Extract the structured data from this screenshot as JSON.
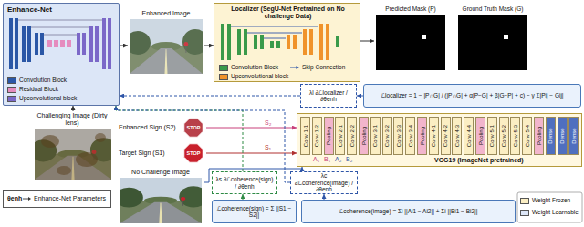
{
  "diagram": {
    "nodes": [
      {
        "text": [
          "Enhance-Net"
        ]
      },
      {
        "text": [
          "Challenging Image (Dirty lens)"
        ]
      },
      {
        "text": [
          "Enhanced Image"
        ]
      },
      {
        "text": [
          "Localizer (SegU-Net Pretrained on No challenge Data)"
        ]
      },
      {
        "text": [
          "Predicted Mask (P)"
        ]
      },
      {
        "text": [
          "Ground Truth Mask (G)"
        ]
      },
      {
        "text": [
          "Enhanced Sign (S2)"
        ]
      },
      {
        "text": [
          "Target Sign (S1)"
        ]
      },
      {
        "text": [
          "No Challenge Image"
        ]
      },
      {
        "text": [
          "VGG19 (ImageNet pretrained)"
        ]
      },
      {
        "text": [
          "Conv 1-1"
        ],
        "in": 9
      },
      {
        "text": [
          "Conv 1-2"
        ],
        "in": 9
      },
      {
        "text": [
          "Pooling"
        ],
        "in": 9
      },
      {
        "text": [
          "Conv 2-1"
        ],
        "in": 9
      },
      {
        "text": [
          "Conv 2-2"
        ],
        "in": 9
      },
      {
        "text": [
          "Pooling"
        ],
        "in": 9
      },
      {
        "text": [
          "Conv 3-1"
        ],
        "in": 9
      },
      {
        "text": [
          "Conv 3-2"
        ],
        "in": 9
      },
      {
        "text": [
          "Conv 3-3"
        ],
        "in": 9
      },
      {
        "text": [
          "Conv 3-4"
        ],
        "in": 9
      },
      {
        "text": [
          "Pooling"
        ],
        "in": 9
      },
      {
        "text": [
          "Conv 4-1"
        ],
        "in": 9
      },
      {
        "text": [
          "Conv 4-2"
        ],
        "in": 9
      },
      {
        "text": [
          "Conv 4-3"
        ],
        "in": 9
      },
      {
        "text": [
          "Conv 4-4"
        ],
        "in": 9
      },
      {
        "text": [
          "Pooling"
        ],
        "in": 9
      },
      {
        "text": [
          "Conv 5-1"
        ],
        "in": 9
      },
      {
        "text": [
          "Conv 5-2"
        ],
        "in": 9
      },
      {
        "text": [
          "Conv 5-3"
        ],
        "in": 9
      },
      {
        "text": [
          "Conv 5-4"
        ],
        "in": 9
      },
      {
        "text": [
          "Pooling"
        ],
        "in": 9
      },
      {
        "text": [
          "Dense"
        ],
        "in": 9
      },
      {
        "text": [
          "Dense"
        ],
        "in": 9
      },
      {
        "text": [
          "Dense"
        ],
        "in": 9
      },
      {
        "text": [
          "λl ∂ℒlocalizer / ∂θenh"
        ]
      },
      {
        "text": [
          "ℒlocalizer = 1 − |P∩G| / (|P∩G| + α|P−G| + β|G−P| + c) − γ Σ|Pij − Gij|"
        ]
      },
      {
        "text": [
          "λs ∂ℒcoherence(sign) / ∂θenh"
        ]
      },
      {
        "text": [
          "λc ∂ℒcoherence(image) / ∂θenh"
        ]
      },
      {
        "text": [
          "ℒcoherence(sign) = Σ ||S1 − S2||"
        ]
      },
      {
        "text": [
          "ℒcoherence(image) = Σi ||Ai1 − Ai2|| + Σi ||Bi1 − Bi2||"
        ]
      },
      {
        "text": [
          "θenh",
          "Enhance-Net Parameters"
        ]
      }
    ],
    "edges": [
      {
        "from": 1,
        "to": 0,
        "arrow": "to"
      },
      {
        "from": 0,
        "to": 2,
        "arrow": "to"
      },
      {
        "from": 2,
        "to": 3,
        "arrow": "to"
      },
      {
        "from": 3,
        "to": 4,
        "arrow": "to"
      },
      {
        "from": 6,
        "to": 9,
        "arrow": "to"
      },
      {
        "from": 7,
        "to": 9,
        "arrow": "to"
      },
      {
        "from": 8,
        "to": 9,
        "arrow": "to"
      },
      {
        "from": 35,
        "to": 34,
        "arrow": "to"
      },
      {
        "from": 34,
        "to": 0,
        "arrow": "to"
      },
      {
        "from": 38,
        "to": 36,
        "arrow": "to"
      },
      {
        "from": 39,
        "to": 37,
        "arrow": "to"
      },
      {
        "from": 36,
        "to": 0,
        "arrow": "to"
      },
      {
        "from": 37,
        "to": 0,
        "arrow": "to"
      }
    ],
    "labels": [
      "STOP",
      "STOP",
      "S₂",
      "S₁",
      "A₁",
      "B₁",
      "A₂",
      "B₂"
    ],
    "legend": [
      {
        "text": "Convolution Block",
        "color": "#2b57a6"
      },
      {
        "text": "Residual Block",
        "color": "#e58cbf"
      },
      {
        "text": "Upconvolutional block",
        "color": "#7b68c8"
      },
      {
        "text": "Convolution Block",
        "color": "#3a9a4a"
      },
      {
        "text": "Skip Connection"
      },
      {
        "text": "Upconvolutional block",
        "color": "#f0932b"
      },
      {
        "text": "Weight Frozen",
        "color": "#fbeec3"
      },
      {
        "text": "Weight Learnable",
        "color": "#dce6f7"
      }
    ]
  }
}
